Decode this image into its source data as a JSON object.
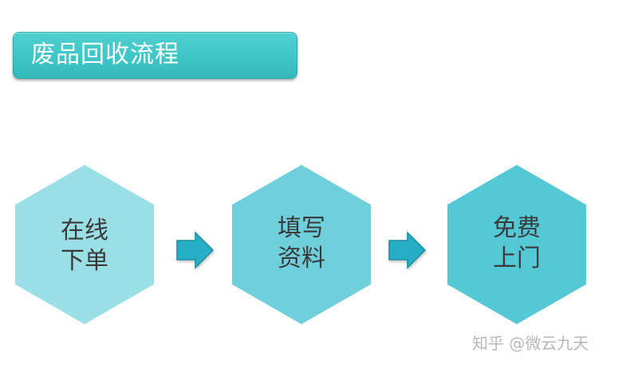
{
  "title": "废品回收流程",
  "steps": [
    {
      "line1": "在线",
      "line2": "下单",
      "color": "#9bdfe6"
    },
    {
      "line1": "填写",
      "line2": "资料",
      "color": "#6fd0dc"
    },
    {
      "line1": "免费",
      "line2": "上门",
      "color": "#55c8d6"
    }
  ],
  "arrow_color": "#25aec6",
  "banner_color": "#3ec6c6",
  "watermark": "知乎 @微云九天"
}
